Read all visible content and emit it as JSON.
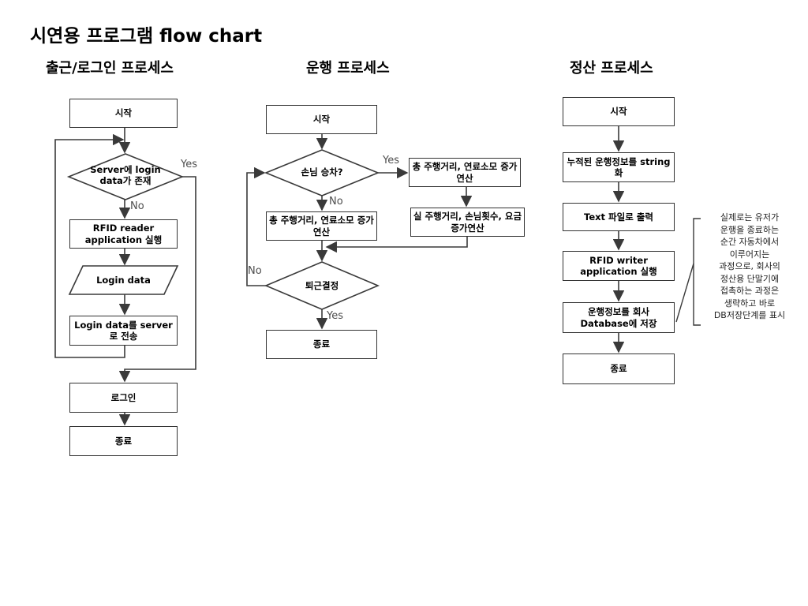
{
  "title": "시연용 프로그램 flow chart",
  "charts": [
    {
      "header": "출근/로그인 프로세스",
      "nodes": {
        "start": "시작",
        "decision_login_exists": "Server에 login data가 존재",
        "rfid_reader": "RFID reader application 실행",
        "login_data": "Login data",
        "send_to_server": "Login data를 server로 전송",
        "login": "로그인",
        "end": "종료"
      },
      "labels": {
        "yes": "Yes",
        "no": "No"
      }
    },
    {
      "header": "운행 프로세스",
      "nodes": {
        "start": "시작",
        "decision_boarding": "손님 승차?",
        "calc_total": "총 주행거리, 연료소모 증가연산",
        "calc_total_yes": "총 주행거리, 연료소모 증가연산",
        "calc_actual": "실 주행거리, 손님횟수, 요금 증가연산",
        "decision_leave": "퇴근결정",
        "end": "종료"
      },
      "labels": {
        "yes_boarding": "Yes",
        "no_boarding": "No",
        "no_leave": "No",
        "yes_leave": "Yes"
      }
    },
    {
      "header": "정산 프로세스",
      "nodes": {
        "start": "시작",
        "stringify": "누적된 운행정보를 string화",
        "text_output": "Text 파일로 출력",
        "rfid_writer": "RFID writer application 실행",
        "save_db": "운행정보를 회사 Database에 저장",
        "end": "종료"
      },
      "annotation": "실제로는 유저가\n운행을 종료하는\n순간 자동차에서\n이루어지는\n과정으로, 회사의\n정산용 단말기에\n접촉하는 과정은\n생략하고 바로\nDB저장단계를 표시"
    }
  ],
  "colors": {
    "line": "#3a3a3a",
    "box_border": "#333333",
    "text": "#000000",
    "branch_label": "#4d4d4d"
  }
}
